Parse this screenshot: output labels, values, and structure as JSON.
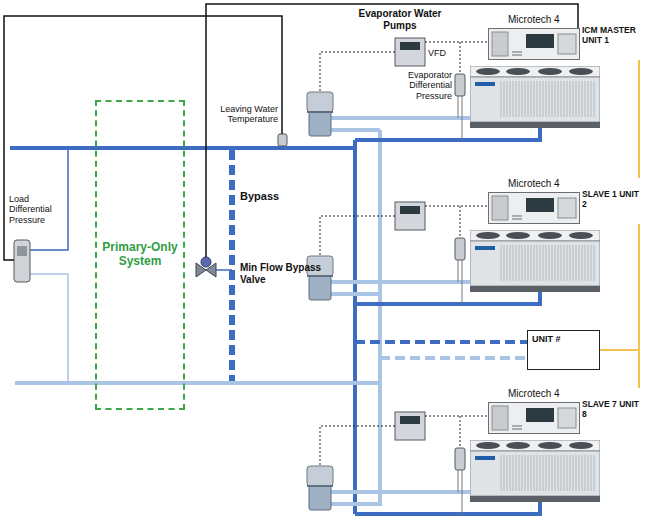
{
  "diagram": {
    "nodes": [
      {
        "text": [
          "Primary-Only System"
        ]
      },
      {
        "text": [
          "Microtech 4",
          "ICM MASTER UNIT 1"
        ]
      },
      {
        "text": [
          "Microtech 4",
          "SLAVE 1 UNIT 2"
        ]
      },
      {
        "text": [
          "UNIT #"
        ]
      },
      {
        "text": [
          "Microtech 4",
          "SLAVE 7 UNIT 8"
        ]
      }
    ],
    "edges": [
      {
        "from": 1,
        "to": 2,
        "arrow": "none"
      },
      {
        "from": 2,
        "to": 3,
        "arrow": "none"
      },
      {
        "from": 3,
        "to": 4,
        "arrow": "none"
      }
    ],
    "labels": [
      "Evaporator Water Pumps",
      "VFD",
      "Leaving Water Temperature",
      "Evaporator Differential Pressure",
      "Load Differential Pressure",
      "Bypass",
      "Min Flow Bypass Valve"
    ]
  }
}
